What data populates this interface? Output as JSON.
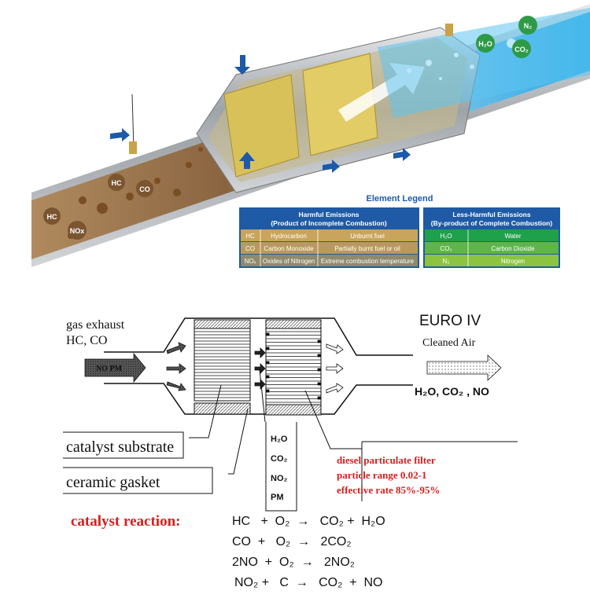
{
  "illustration": {
    "gas_labels_in": [
      "HC",
      "CO",
      "HC",
      "NOx"
    ],
    "gas_labels_out": [
      "H₂O",
      "N₂",
      "CO₂"
    ],
    "colors": {
      "exhaust": "#8a6a44",
      "clean": "#3fb3e8",
      "catalyst": "#d9c15a",
      "harmful_header": "#1f5aa6",
      "less_harmful_header": "#1f5aa6"
    }
  },
  "legend": {
    "title": "Element Legend",
    "harmful": {
      "header_line1": "Harmful Emissions",
      "header_line2": "(Product of Incomplete Combustion)",
      "rows": [
        [
          "HC",
          "Hydrocarbon",
          "Unburnt fuel"
        ],
        [
          "CO",
          "Carbon Monoxide",
          "Partially burnt fuel or oil"
        ],
        [
          "NOₓ",
          "Oxides of Nitrogen",
          "Extreme combustion temperature"
        ]
      ]
    },
    "less_harmful": {
      "header_line1": "Less-Harmful Emissions",
      "header_line2": "(By-product of Complete Combustion)",
      "rows": [
        [
          "H₂O",
          "Water"
        ],
        [
          "CO₂",
          "Carbon Dioxide"
        ],
        [
          "N₂",
          "Nitrogen"
        ]
      ]
    }
  },
  "schematic": {
    "inlet_line1": "gas exhaust",
    "inlet_line2": "HC, CO",
    "inlet_arrow": "NO     PM",
    "standard": "EURO IV",
    "outlet_label": "Cleaned Air",
    "outlet_products": "H₂O,  CO₂  , NO",
    "catalyst_substrate": "catalyst substrate",
    "ceramic_gasket": "ceramic gasket",
    "intermediate": [
      "H₂O",
      "CO₂",
      "NO₂",
      "PM"
    ],
    "dpf_line1": "diesel particulate filter",
    "dpf_line2": "particle range 0.02-1",
    "dpf_line3": "effective rate 85%-95%"
  },
  "reactions": {
    "title": "catalyst reaction:",
    "lines": [
      "HC   +  O₂  →   CO₂ +  H₂O",
      "CO  +   O₂  →   2CO₂",
      "2NO  +  O₂  →   2NO₂",
      "NO₂ +   C  →   CO₂  +  NO"
    ]
  }
}
